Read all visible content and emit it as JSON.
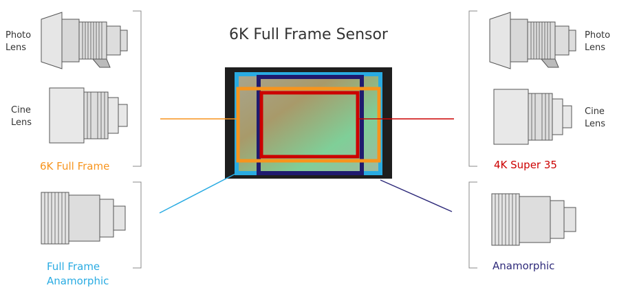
{
  "title": "6K Full Frame Sensor",
  "left": {
    "photo_lens": [
      "Photo",
      "Lens"
    ],
    "cine_lens": [
      "Cine",
      "Lens"
    ],
    "group1_label": "6K Full Frame",
    "group2_label": [
      "Full Frame",
      "Anamorphic"
    ]
  },
  "right": {
    "photo_lens": [
      "Photo",
      "Lens"
    ],
    "cine_lens": [
      "Cine",
      "Lens"
    ],
    "group1_label": "4K Super 35",
    "group2_label": "Anamorphic"
  },
  "colors": {
    "full_frame": "#f7941d",
    "super35": "#cc0000",
    "ff_anamorphic": "#29abe2",
    "anamorphic": "#2e2a7a",
    "sensor_frame": "#1e1e1e"
  }
}
